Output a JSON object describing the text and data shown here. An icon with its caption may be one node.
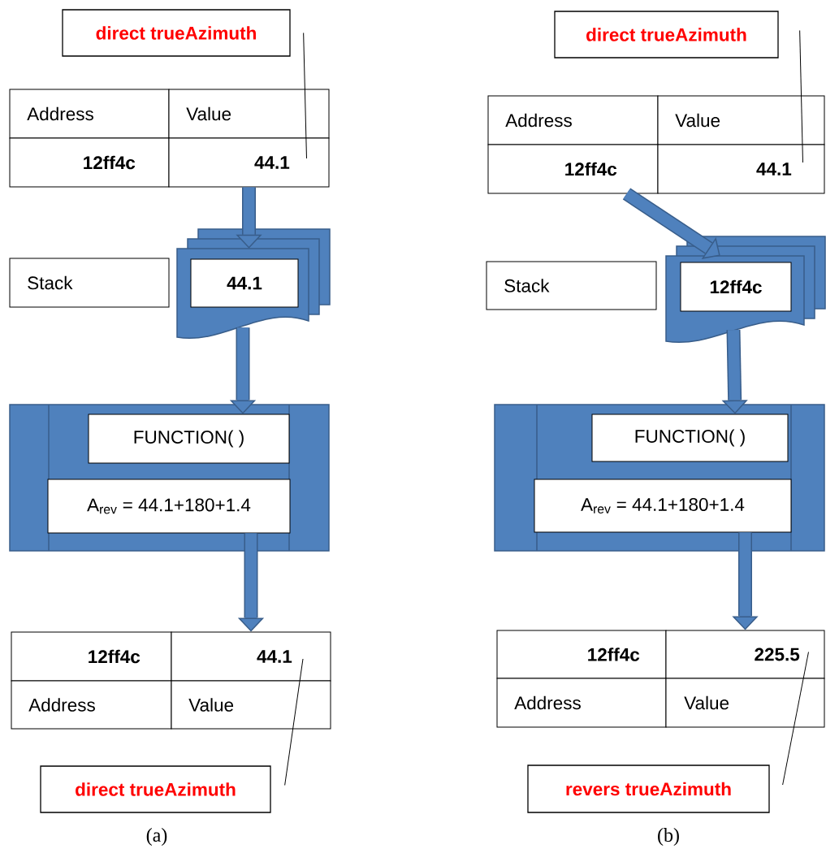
{
  "diagram": {
    "nodes": [
      {
        "text": [
          "direct trueAzimuth"
        ]
      },
      {
        "text": [
          "Address"
        ]
      },
      {
        "text": [
          "Value"
        ]
      },
      {
        "text": [
          "12ff4c"
        ]
      },
      {
        "text": [
          "44.1"
        ]
      },
      {
        "text": [
          "Stack"
        ]
      },
      {
        "text": [],
        "shape": "document"
      },
      {
        "text": [
          "44.1"
        ],
        "in": 6
      },
      {
        "text": [],
        "shape": "box"
      },
      {
        "text": [
          "FUNCTION( )"
        ],
        "in": 8
      },
      {
        "text": [
          "A$_{rev}$ = 44.1+180+1.4"
        ],
        "in": 8
      },
      {
        "text": [
          "12ff4c"
        ]
      },
      {
        "text": [
          "44.1"
        ]
      },
      {
        "text": [
          "Address"
        ]
      },
      {
        "text": [
          "Value"
        ]
      },
      {
        "text": [
          "direct trueAzimuth"
        ]
      },
      {
        "text": [
          "direct trueAzimuth"
        ]
      },
      {
        "text": [
          "Address"
        ]
      },
      {
        "text": [
          "Value"
        ]
      },
      {
        "text": [
          "12ff4c"
        ]
      },
      {
        "text": [
          "44.1"
        ]
      },
      {
        "text": [
          "Stack"
        ]
      },
      {
        "text": [],
        "shape": "document"
      },
      {
        "text": [
          "12ff4c"
        ],
        "in": 22
      },
      {
        "text": [],
        "shape": "box"
      },
      {
        "text": [
          "FUNCTION( )"
        ],
        "in": 24
      },
      {
        "text": [
          "A$_{rev}$ = 44.1+180+1.4"
        ],
        "in": 24
      },
      {
        "text": [
          "12ff4c"
        ]
      },
      {
        "text": [
          "225.5"
        ]
      },
      {
        "text": [
          "Address"
        ]
      },
      {
        "text": [
          "Value"
        ]
      },
      {
        "text": [
          "revers trueAzimuth"
        ]
      }
    ],
    "edges": [
      {
        "from": 4,
        "to": 6,
        "arrow": "to"
      },
      {
        "from": 6,
        "to": 9,
        "arrow": "to"
      },
      {
        "from": 10,
        "to": 12,
        "arrow": "to"
      },
      {
        "from": 0,
        "to": 4,
        "arrow": "none",
        "color": "#000000"
      },
      {
        "from": 15,
        "to": 12,
        "arrow": "none",
        "color": "#000000"
      },
      {
        "from": 19,
        "to": 22,
        "arrow": "to"
      },
      {
        "from": 22,
        "to": 25,
        "arrow": "to"
      },
      {
        "from": 26,
        "to": 28,
        "arrow": "to"
      },
      {
        "from": 16,
        "to": 20,
        "arrow": "none",
        "color": "#000000"
      },
      {
        "from": 31,
        "to": 28,
        "arrow": "none",
        "color": "#000000"
      }
    ],
    "labels": [
      "(a)",
      "(b)"
    ]
  }
}
